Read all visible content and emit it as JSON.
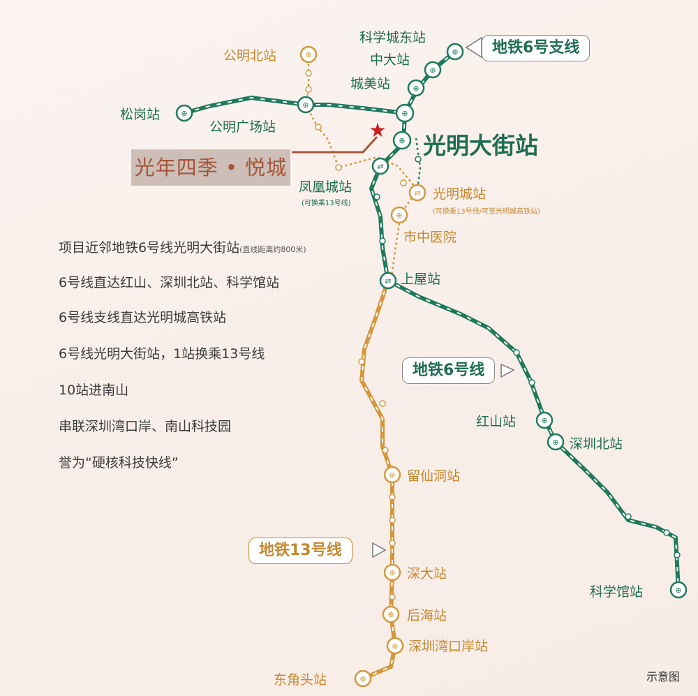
{
  "colors": {
    "line6": "#1f7a5c",
    "line13": "#d4973c",
    "marker": "#cc1f1f",
    "callout": "#a5553a"
  },
  "project_label": "光年四季 • 悦城",
  "line_tags": {
    "line6": "地铁6号线",
    "line6_branch": "地铁6号支线",
    "line13": "地铁13号线"
  },
  "stations": {
    "kexuechengdong": "科学城东站",
    "zhongda": "中大站",
    "chengmei": "城美站",
    "gongmingbei": "公明北站",
    "songgang": "松岗站",
    "gongmingguangchang": "公明广场站",
    "guangmingdajie": "光明大街站",
    "fenghuangcheng": "凤凰城站",
    "fenghuangcheng_note": "(可换乘13号线)",
    "guangmingcheng": "光明城站",
    "guangmingcheng_note": "(可换乘13号线/可至光明城高铁站)",
    "shizhongyiyuan": "市中医院",
    "shangwu": "上屋站",
    "hongshan": "红山站",
    "shenzhenbei": "深圳北站",
    "kexueguan": "科学馆站",
    "liuxiandong": "留仙洞站",
    "shenda": "深大站",
    "houhai": "后海站",
    "shenzhenwankouan": "深圳湾口岸站",
    "dongjiaotou": "东角头站"
  },
  "info": [
    {
      "text": "项目近邻地铁6号线光明大街站",
      "note": "(直线距离约800米)"
    },
    {
      "text": "6号线直达红山、深圳北站、科学馆站"
    },
    {
      "text": "6号线支线直达光明城高铁站"
    },
    {
      "text": "6号线光明大街站，1站换乘13号线"
    },
    {
      "text": "10站进南山"
    },
    {
      "text": "串联深圳湾口岸、南山科技园"
    },
    {
      "text": "誉为“硬核科技快线”"
    }
  ],
  "footnote": "示意图"
}
